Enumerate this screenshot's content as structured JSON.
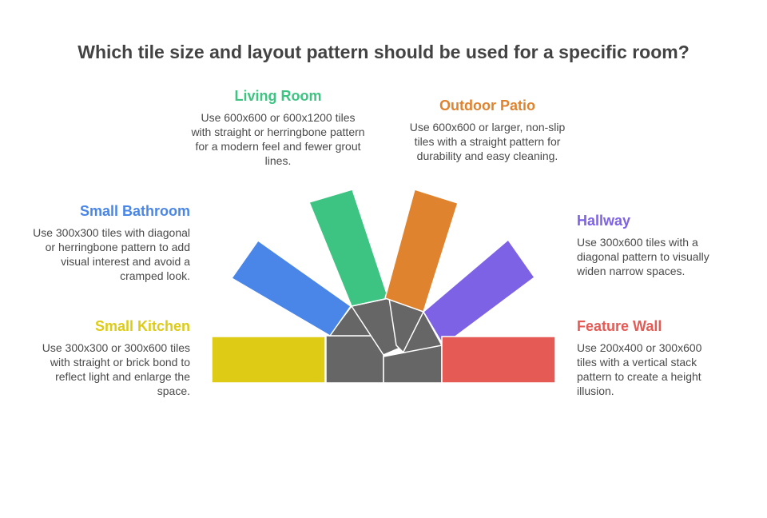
{
  "title": "Which tile size and layout pattern should be used for a specific room?",
  "rooms": [
    {
      "name": "Small Kitchen",
      "color": "#DDCB16",
      "description": "Use 300x300 or 300x600 tiles with straight or brick bond to reflect light and enlarge the space."
    },
    {
      "name": "Small Bathroom",
      "color": "#4A86E8",
      "description": "Use 300x300 tiles with diagonal or herringbone pattern to add visual interest and avoid a cramped look."
    },
    {
      "name": "Living Room",
      "color": "#3DC482",
      "description": "Use 600x600 or 600x1200 tiles with straight or herringbone pattern for a modern feel and fewer grout lines."
    },
    {
      "name": "Outdoor Patio",
      "color": "#E0832F",
      "description": "Use 600x600 or larger, non-slip tiles with a straight pattern for durability and easy cleaning."
    },
    {
      "name": "Hallway",
      "color": "#7E62E6",
      "description": "Use 300x600 tiles with a diagonal pattern to visually widen narrow spaces."
    },
    {
      "name": "Feature Wall",
      "color": "#E55A55",
      "description": "Use 200x400 or 300x600 tiles with a vertical stack pattern to create a height illusion."
    }
  ],
  "hub_color": "#666666"
}
